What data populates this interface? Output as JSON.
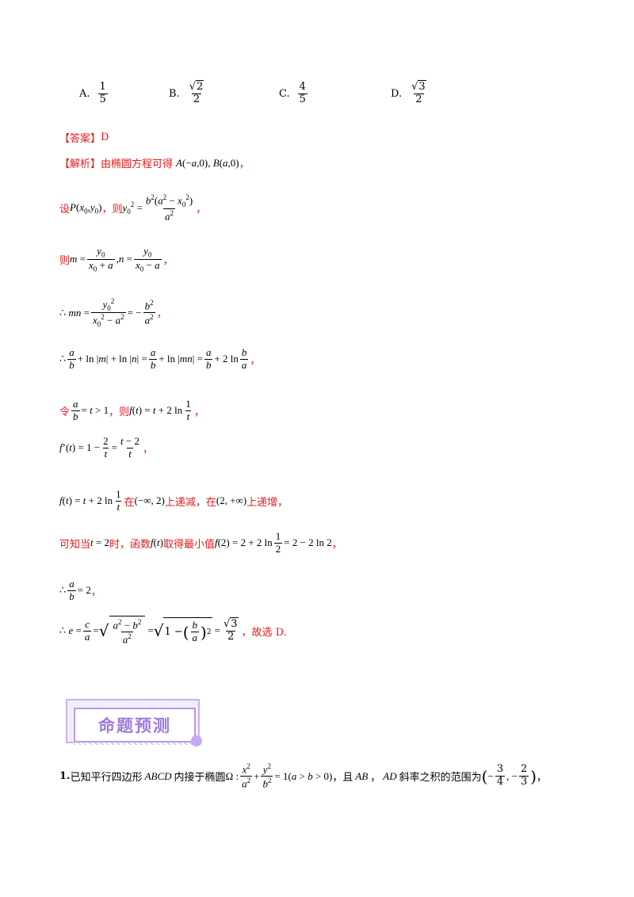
{
  "options": [
    {
      "label": "A.",
      "num": "1",
      "den": "5"
    },
    {
      "label": "B.",
      "num_radicand": "2",
      "den": "2"
    },
    {
      "label": "C.",
      "num": "4",
      "den": "5"
    },
    {
      "label": "D.",
      "num_radicand": "3",
      "den": "2"
    }
  ],
  "answer": {
    "tag": "【答案】",
    "value": "D"
  },
  "analysis": {
    "tag": "【解析】",
    "l1_text": "由椭圆方程可得",
    "l2_pre": "设",
    "l2_mid": "，则",
    "l3_pre": "则",
    "l6_pre": "令",
    "l6_mid": "，则",
    "l8_mid1": "在",
    "l8_mid2": "上递减，在",
    "l8_mid3": "上递增，",
    "l9_pre": "可知当",
    "l9_mid1": "时，函数",
    "l9_mid2": "取得最小值",
    "l11_tail": "，故选 D.",
    "comma": "，"
  },
  "section_title": "命题预测",
  "problem": {
    "number": "1.",
    "t1": "已知平行四边形",
    "abcd": "ABCD",
    "t2": "内接于椭圆",
    "t3": "，且",
    "ab": "AB",
    "t4": "，",
    "ad": "AD",
    "t5": "斜率之积的范围为",
    "t6": "，"
  }
}
